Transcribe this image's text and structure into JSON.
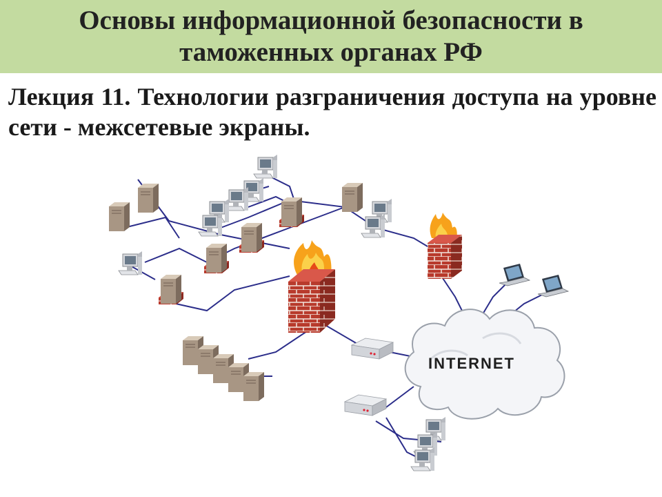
{
  "slide": {
    "title": "Основы информационной безопасности в таможенных органах РФ",
    "subtitle": "Лекция 11. Технологии разграничения доступа на уровне сети - межсетевые экраны."
  },
  "diagram": {
    "cloud_label": "INTERNET"
  },
  "colors": {
    "title_band": "#c3dba0",
    "net_lines": "#2b2d8a",
    "brick": "#b83a2c",
    "server": "#a89684"
  }
}
